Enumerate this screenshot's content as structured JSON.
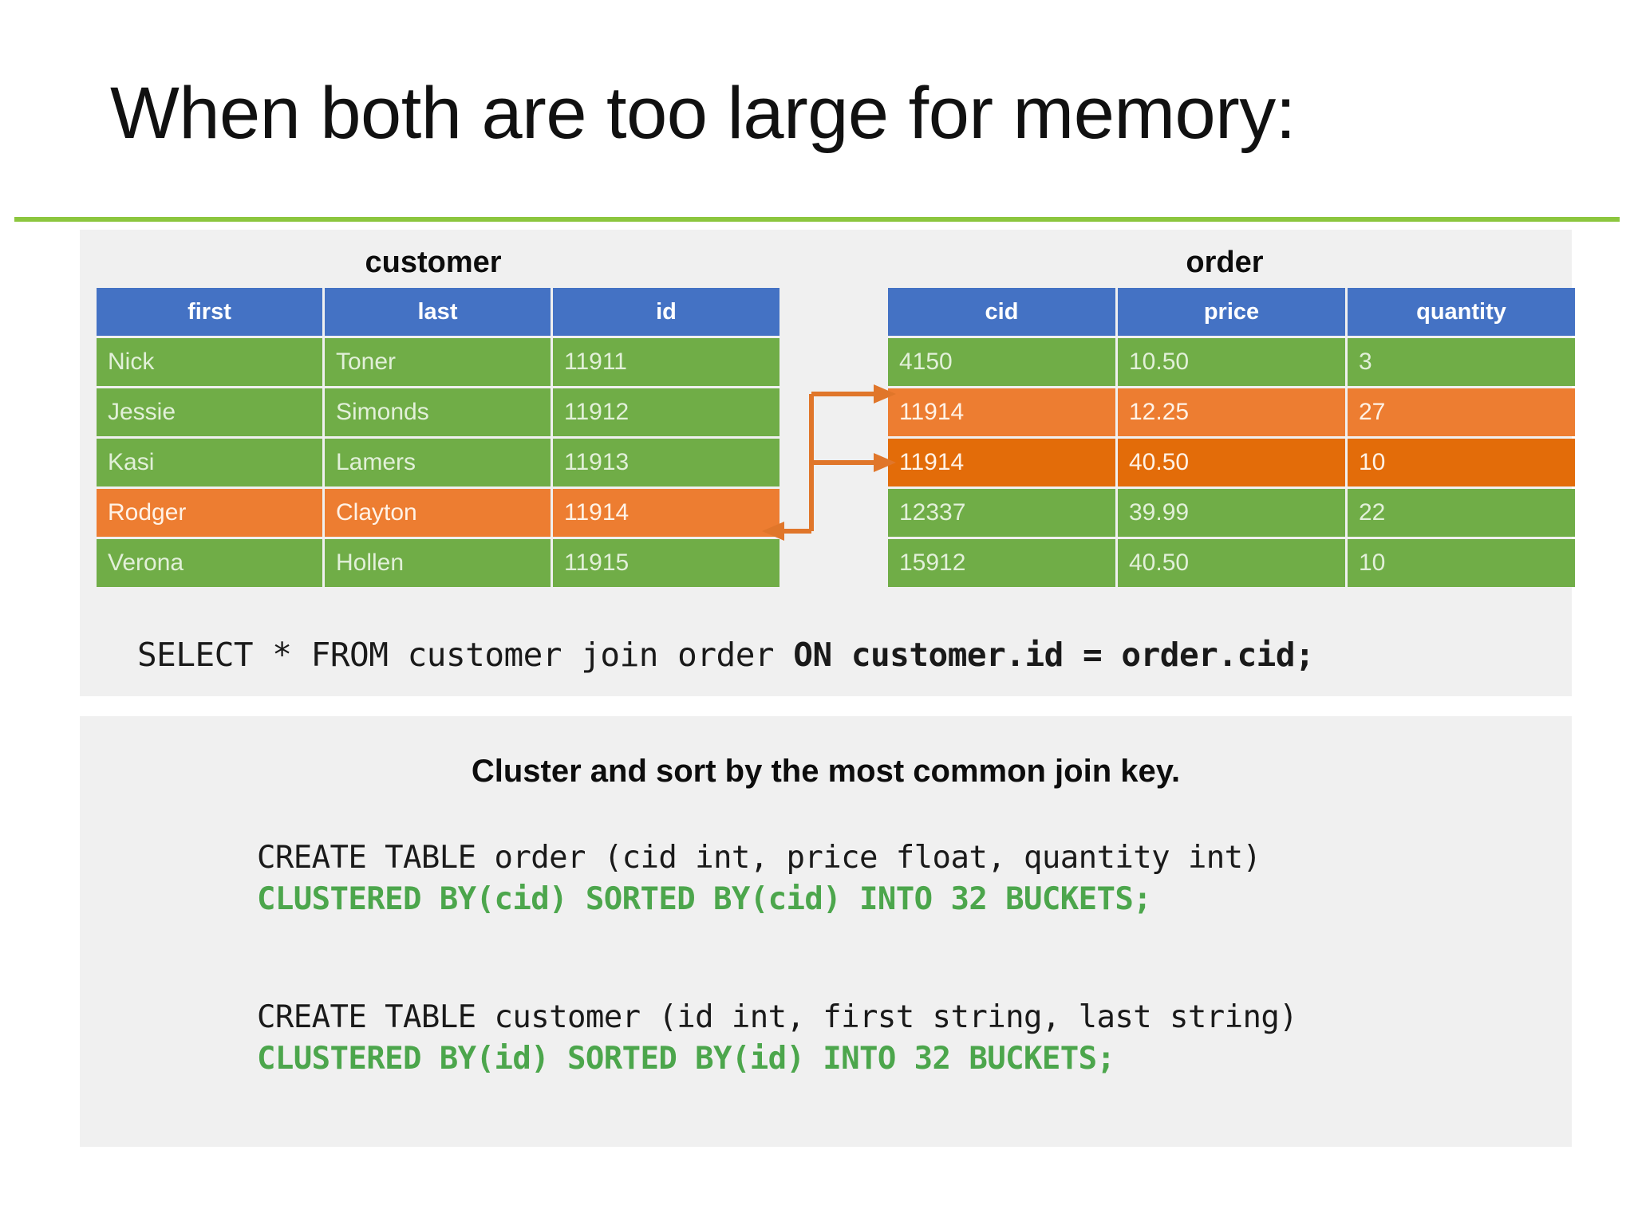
{
  "slide": {
    "title": "When both are too large for memory:"
  },
  "colors": {
    "rule": "#8CC63E",
    "header_blue": "#4472C4",
    "row_green": "#70AD47",
    "row_highlight_light": "#ED7D31",
    "row_highlight_dark": "#E36C09",
    "code_green": "#4CA64C",
    "panel_bg": "#F0F0F0"
  },
  "tables": {
    "customer": {
      "caption": "customer",
      "columns": [
        "first",
        "last",
        "id"
      ],
      "rows": [
        {
          "cells": [
            "Nick",
            "Toner",
            "11911"
          ],
          "highlight": "none"
        },
        {
          "cells": [
            "Jessie",
            "Simonds",
            "11912"
          ],
          "highlight": "none"
        },
        {
          "cells": [
            "Kasi",
            "Lamers",
            "11913"
          ],
          "highlight": "none"
        },
        {
          "cells": [
            "Rodger",
            "Clayton",
            "11914"
          ],
          "highlight": "light"
        },
        {
          "cells": [
            "Verona",
            "Hollen",
            "11915"
          ],
          "highlight": "none"
        }
      ]
    },
    "order": {
      "caption": "order",
      "columns": [
        "cid",
        "price",
        "quantity"
      ],
      "rows": [
        {
          "cells": [
            "4150",
            "10.50",
            "3"
          ],
          "highlight": "none"
        },
        {
          "cells": [
            "11914",
            "12.25",
            "27"
          ],
          "highlight": "light"
        },
        {
          "cells": [
            "11914",
            "40.50",
            "10"
          ],
          "highlight": "dark"
        },
        {
          "cells": [
            "12337",
            "39.99",
            "22"
          ],
          "highlight": "none"
        },
        {
          "cells": [
            "15912",
            "40.50",
            "10"
          ],
          "highlight": "none"
        }
      ]
    }
  },
  "select_query": {
    "part1": "SELECT * FROM customer join order ",
    "part2": "ON customer.id = order.cid;"
  },
  "bottom": {
    "heading": "Cluster and sort by the most common join key.",
    "order_create": {
      "line1": "CREATE TABLE order (cid int, price float, quantity int)",
      "line2": "CLUSTERED BY(cid) SORTED BY(cid) INTO 32 BUCKETS;"
    },
    "customer_create": {
      "line1": "CREATE TABLE customer (id int, first string, last string)",
      "line2": "CLUSTERED BY(id) SORTED BY(id) INTO 32 BUCKETS;"
    }
  }
}
